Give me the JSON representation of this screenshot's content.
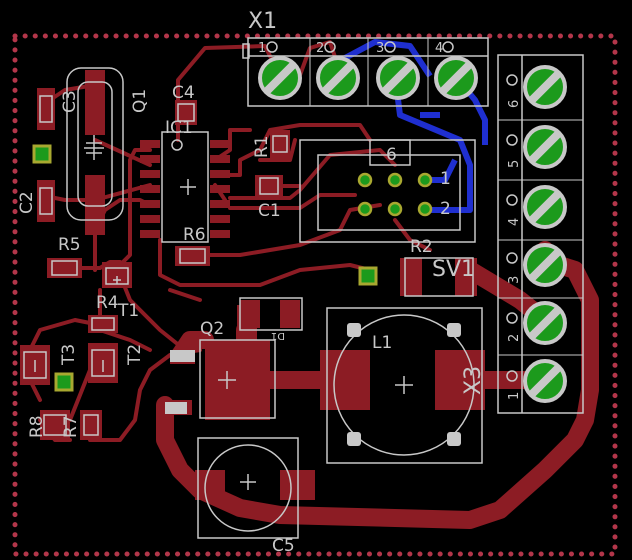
{
  "colors": {
    "background": "#000000",
    "copper_top": "#8c1c24",
    "copper_bottom": "#1f2fd0",
    "silkscreen": "#c8c8c8",
    "pad_green": "#1c9a1c",
    "dimension_dots": "#b3364a"
  },
  "labels": {
    "x1": "X1",
    "x1_pin1": "1",
    "x1_pin2": "2",
    "x1_pin3": "3",
    "x1_pin4": "4",
    "q1": "Q1",
    "c3": "C3",
    "c4": "C4",
    "ic1": "IC1",
    "r1": "R1",
    "c2": "C2",
    "c1": "C1",
    "r6": "R6",
    "r5": "R5",
    "r2": "R2",
    "sv1": "SV1",
    "sv1_pin6": "6",
    "sv1_pin1": "1",
    "sv1_pin2": "2",
    "r4": "R4",
    "t1": "T1",
    "t2": "T2",
    "t3": "T3",
    "r8": "R8",
    "r7": "R7",
    "q2": "Q2",
    "d1": "D1",
    "l1": "L1",
    "x3": "X3",
    "x3_pin1": "1",
    "x3_pin2": "2",
    "x3_pin3": "3",
    "x3_pin4": "4",
    "x3_pin5": "5",
    "x3_pin6": "6",
    "c5": "C5"
  }
}
